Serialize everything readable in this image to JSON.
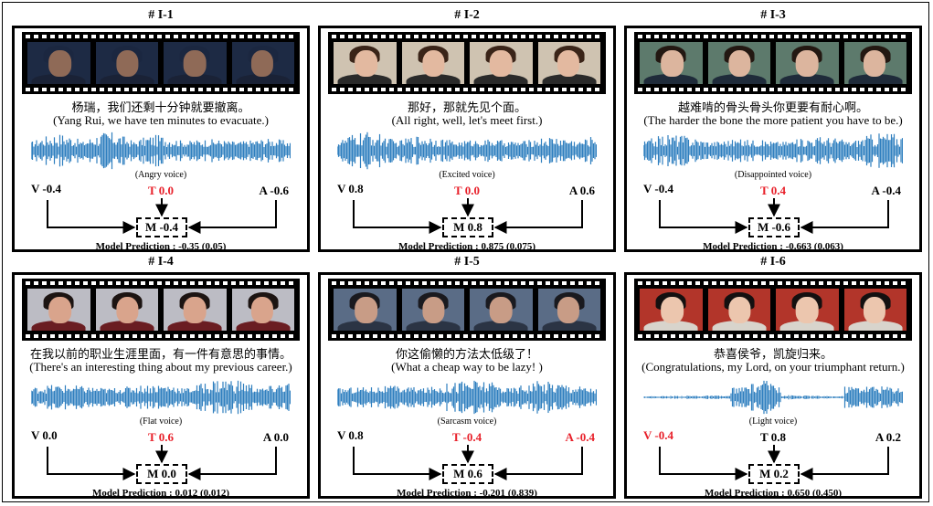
{
  "colors": {
    "accent_red": "#e8202a",
    "waveform_blue": "#2f7fbf"
  },
  "cases": [
    {
      "id": "# I-1",
      "zh": "杨瑞，我们还剩十分钟就要撤离。",
      "en": "(Yang Rui, we have ten minutes to evacuate.)",
      "voice": "(Angry voice)",
      "v": "V -0.4",
      "t": "T 0.0",
      "a": "A -0.6",
      "m": "M -0.4",
      "red": [
        "t"
      ],
      "prediction": "Model Prediction : -0.35 (0.05)",
      "thumb": {
        "bg": "#1d2a44",
        "skin": "#8f6a57",
        "hair": "#1b2740",
        "body": "#1a2236"
      }
    },
    {
      "id": "# I-2",
      "zh": "那好，那就先见个面。",
      "en": "(All right, well, let's meet first.)",
      "voice": "(Excited voice)",
      "v": "V 0.8",
      "t": "T 0.0",
      "a": "A 0.6",
      "m": "M 0.8",
      "red": [
        "t"
      ],
      "prediction": "Model Prediction : 0.875 (0.075)",
      "thumb": {
        "bg": "#cfc3b1",
        "skin": "#e3b9a0",
        "hair": "#3a2418",
        "body": "#2a2a2a"
      }
    },
    {
      "id": "# I-3",
      "zh": "越难啃的骨头骨头你更要有耐心啊。",
      "en": "(The harder the bone the more patient you have to be.)",
      "voice": "(Disappointed voice)",
      "v": "V -0.4",
      "t": "T 0.4",
      "a": "A -0.4",
      "m": "M -0.6",
      "red": [
        "t"
      ],
      "prediction": "Model Prediction : -0.663 (0.063)",
      "thumb": {
        "bg": "#5d7a6c",
        "skin": "#dcb59e",
        "hair": "#231812",
        "body": "#1f2b3a"
      }
    },
    {
      "id": "# I-4",
      "zh": "在我以前的职业生涯里面，有一件有意思的事情。",
      "en": "(There's an interesting thing about my previous career.)",
      "voice": "(Flat voice)",
      "v": "V 0.0",
      "t": "T 0.6",
      "a": "A 0.0",
      "m": "M 0.0",
      "red": [
        "t"
      ],
      "prediction": "Model Prediction : 0.012 (0.012)",
      "thumb": {
        "bg": "#bcbcc4",
        "skin": "#d9a48c",
        "hair": "#1c1412",
        "body": "#6a1d22"
      }
    },
    {
      "id": "# I-5",
      "zh": "你这偷懒的方法太低级了！",
      "en": "(What a cheap way to be lazy! )",
      "voice": "(Sarcasm voice)",
      "v": "V 0.8",
      "t": "T -0.4",
      "a": "A -0.4",
      "m": "M 0.6",
      "red": [
        "t",
        "a"
      ],
      "prediction": "Model Prediction : -0.201 (0.839)",
      "thumb": {
        "bg": "#5a6c86",
        "skin": "#c89c86",
        "hair": "#1a1a1f",
        "body": "#2b3444"
      }
    },
    {
      "id": "# I-6",
      "zh": "恭喜侯爷，凯旋归来。",
      "en": "(Congratulations, my Lord, on your triumphant return.)",
      "voice": "(Light voice)",
      "v": "V -0.4",
      "t": "T 0.8",
      "a": "A 0.2",
      "m": "M 0.2",
      "red": [
        "v"
      ],
      "prediction": "Model Prediction : 0.650 (0.450)",
      "thumb": {
        "bg": "#b2352a",
        "skin": "#ecc6ae",
        "hair": "#141010",
        "body": "#d8d4cc"
      }
    }
  ]
}
